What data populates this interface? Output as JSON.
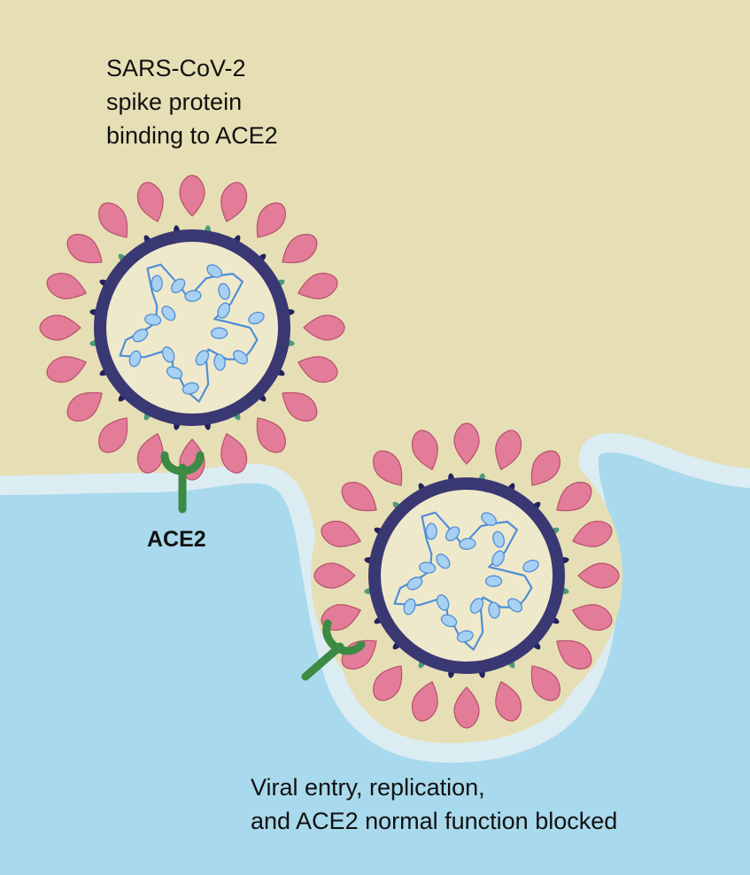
{
  "labels": {
    "binding_lines": [
      "SARS-CoV-2",
      "spike protein",
      "binding to ACE2"
    ],
    "receptor": "ACE2",
    "outcome_lines": [
      "Viral entry, replication,",
      "and ACE2 normal function blocked"
    ]
  },
  "colors": {
    "extracellular": "#e6dfb5",
    "membrane": "#dbecf3",
    "cytoplasm": "#a9d9ec",
    "spike": "#e27c98",
    "spike_outline": "#b8506d",
    "envelope": "#3a3873",
    "capsid_fill": "#efe9cb",
    "rna": "#4f8fd6",
    "nucleocapsid": "#a8d0f2",
    "receptor": "#3c8a44",
    "membrane_protein": "#23225e",
    "envelope_protein": "#4d9a79"
  },
  "icons": {
    "virion_outside": "virus-icon",
    "virion_inside": "virus-icon",
    "receptor_outside": "ace2-receptor-icon",
    "receptor_inside": "ace2-receptor-icon"
  }
}
